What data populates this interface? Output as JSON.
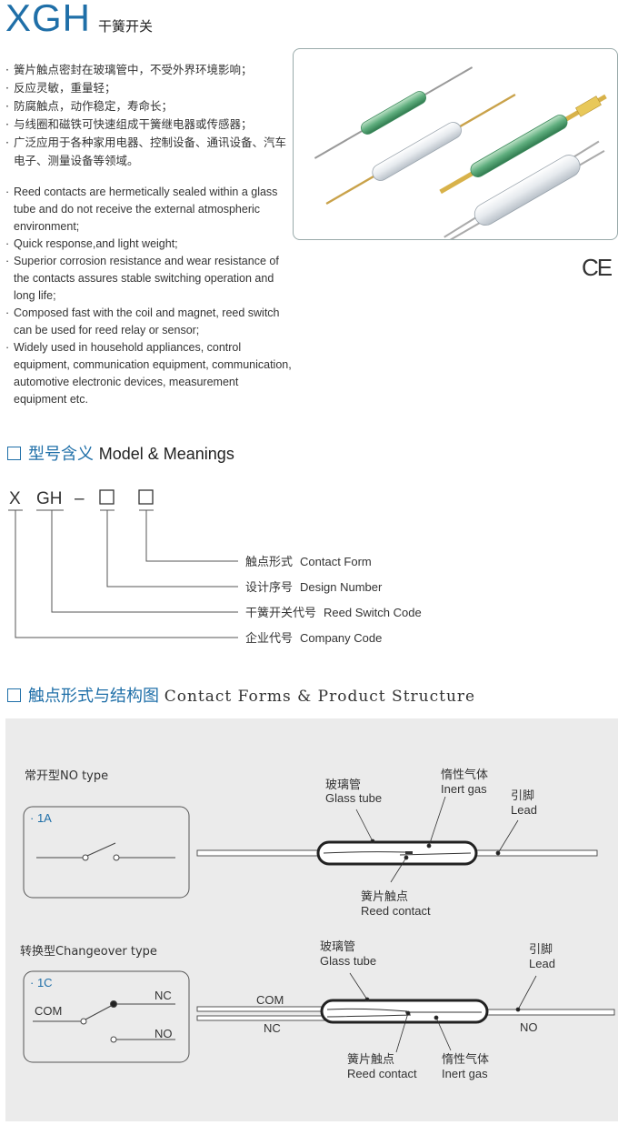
{
  "header": {
    "title": "XGH",
    "subtitle": "干簧开关"
  },
  "features_cn": [
    "簧片触点密封在玻璃管中，不受外界环境影响；",
    "反应灵敏，重量轻；",
    "防腐触点，动作稳定，寿命长；",
    "与线圈和磁铁可快速组成干簧继电器或传感器；",
    "广泛应用于各种家用电器、控制设备、通讯设备、汽车电子、测量设备等领域。"
  ],
  "features_en": [
    "Reed contacts are hermetically sealed within a glass tube and do not receive the external atmospheric environment;",
    "Quick response,and light weight;",
    "Superior corrosion resistance and wear resistance of the contacts assures stable switching operation and long life;",
    "Composed fast with the coil and magnet, reed switch can be used for reed relay or sensor;",
    "Widely used in household appliances, control equipment, communication equipment, communication, automotive electronic devices, measurement equipment etc."
  ],
  "cert": {
    "mark": "CE"
  },
  "model_section": {
    "heading_cn": "型号含义",
    "heading_en": "Model & Meanings",
    "code_parts": [
      "X",
      "GH",
      "–",
      "□",
      "□"
    ],
    "meanings": [
      {
        "cn": "触点形式",
        "en": "Contact Form"
      },
      {
        "cn": "设计序号",
        "en": "Design Number"
      },
      {
        "cn": "干簧开关代号",
        "en": "Reed Switch Code"
      },
      {
        "cn": "企业代号",
        "en": "Company Code"
      }
    ]
  },
  "structure_section": {
    "heading_cn": "触点形式与结构图",
    "heading_en": "Contact Forms & Product Structure",
    "no_type": {
      "title": "常开型NO type",
      "form_label": "· 1A",
      "glass_tube_cn": "玻璃管",
      "glass_tube_en": "Glass tube",
      "inert_gas_cn": "惰性气体",
      "inert_gas_en": "Inert gas",
      "lead_cn": "引脚",
      "lead_en": "Lead",
      "reed_contact_cn": "簧片触点",
      "reed_contact_en": "Reed contact"
    },
    "changeover_type": {
      "title": "转换型Changeover type",
      "form_label": "· 1C",
      "com": "COM",
      "nc": "NC",
      "no": "NO",
      "glass_tube_cn": "玻璃管",
      "glass_tube_en": "Glass tube",
      "lead_cn": "引脚",
      "lead_en": "Lead",
      "reed_contact_cn": "簧片触点",
      "reed_contact_en": "Reed contact",
      "inert_gas_cn": "惰性气体",
      "inert_gas_en": "Inert gas"
    }
  },
  "colors": {
    "brand_blue": "#1f6fa8",
    "diagram_bg": "#ebebeb",
    "glass_green": "#5fae7e",
    "lead_gold": "#d8b24a"
  }
}
